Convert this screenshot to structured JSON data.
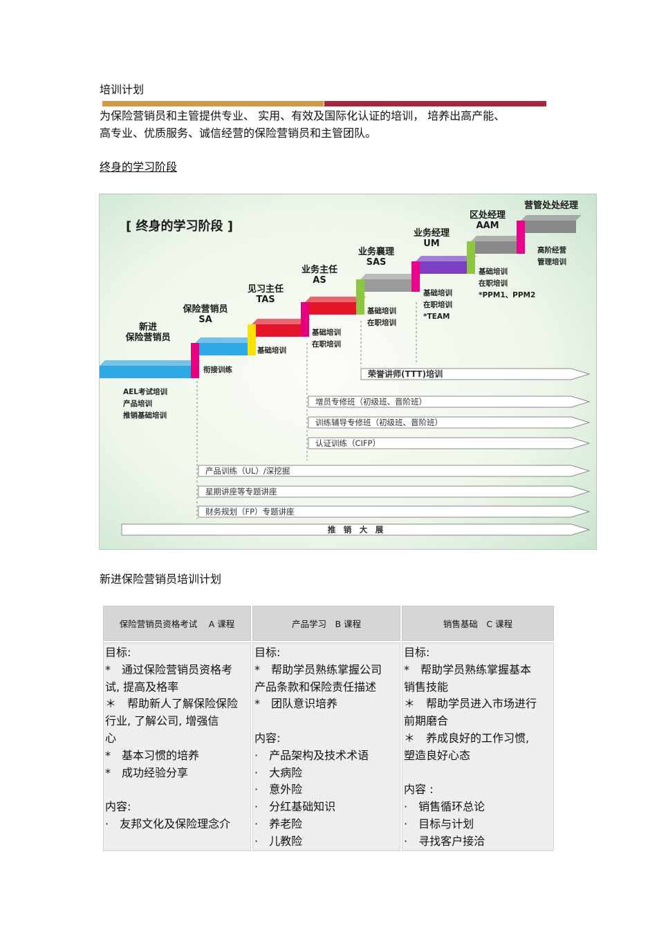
{
  "doc": {
    "title": "培训计划",
    "intro_line1": "为保险营销员和主管提供专业、  实用、有效及国际化认证的培训，  培养出高产能、",
    "intro_line2": "高专业、优质服务、诚信经营的保险营销员和主管团队。",
    "stage_heading": "终身的学习阶段",
    "plan_title": "新进保险营销员培训计划"
  },
  "colors": {
    "bar_left": "#d29a45",
    "bar_right": "#a8273f"
  },
  "figure": {
    "heading": "[ 终身的学习阶段 ]",
    "steps": [
      {
        "title_lines": [
          "新进",
          "保险营销员"
        ],
        "color": "#2fa8e6",
        "training": [
          "AEL考试培训",
          "产品培训",
          "推销基础培训"
        ]
      },
      {
        "title_lines": [
          "保险营销员",
          "SA"
        ],
        "color": "#2fa8e6",
        "training": [
          "衔接训练"
        ]
      },
      {
        "title_lines": [
          "见习主任",
          "TAS"
        ],
        "color": "#e5152a",
        "training": [
          "基础培训"
        ]
      },
      {
        "title_lines": [
          "业务主任",
          "AS"
        ],
        "color": "#e5152a",
        "training": [
          "基础培训",
          "在职培训"
        ]
      },
      {
        "title_lines": [
          "业务襄理",
          "SAS"
        ],
        "color": "#9a9a9a",
        "training": [
          "基础培训",
          "在职培训"
        ]
      },
      {
        "title_lines": [
          "业务经理",
          "UM"
        ],
        "color": "#7b3fc4",
        "training": [
          "基础培训",
          "在职培训",
          "*TEAM"
        ]
      },
      {
        "title_lines": [
          "区处经理",
          "AAM"
        ],
        "color": "#8a8a8a",
        "training": [
          "基础培训",
          "在职培训",
          "*PPM1、PPM2"
        ]
      },
      {
        "title_lines": [
          "营管处处经理"
        ],
        "color": "#8a8a8a",
        "training": [
          "高阶经营",
          "管理培训"
        ]
      }
    ],
    "tracks": [
      "荣誉讲师(TTT)培训",
      "增员专修班（初级班、晋阶班）",
      "训练辅导专修班（初级班、晋阶班）",
      "认证训练（CIFP）",
      "产品训练（UL）/深挖掘",
      "星期讲座等专题讲座",
      "财务规划（FP）专题讲座",
      "推　销　大　展"
    ]
  },
  "table": {
    "headers": [
      "保险营销员资格考试　 A 课程",
      "产品学习　B 课程",
      "销售基础　C 课程"
    ],
    "columns": [
      {
        "lines": [
          "目标:",
          "*　通过保险营销员资格考",
          "试, 提高及格率",
          "＊　帮助新人了解保险保险",
          "行业, 了解公司, 增强信",
          "心",
          "*　基本习惯的培养",
          "*　成功经验分享",
          "",
          "内容:",
          "·　友邦文化及保险理念介"
        ]
      },
      {
        "lines": [
          "目标:",
          "*　帮助学员熟练掌握公司",
          "产品条款和保险责任描述",
          "*　团队意识培养",
          "",
          "内容:",
          "·　产品架构及技术术语",
          "·　大病险",
          "·　意外险",
          "·　分红基础知识",
          "·　养老险",
          "·　儿教险"
        ]
      },
      {
        "lines": [
          "目标:",
          "*　帮助学员熟练掌握基本",
          "销售技能",
          "＊　帮助学员进入市场进行",
          "前期磨合",
          "＊　养成良好的工作习惯,",
          "塑造良好心态",
          "",
          "内容 :",
          "·　销售循环总论",
          "·　目标与计划",
          "·　寻找客户接洽"
        ]
      }
    ]
  }
}
